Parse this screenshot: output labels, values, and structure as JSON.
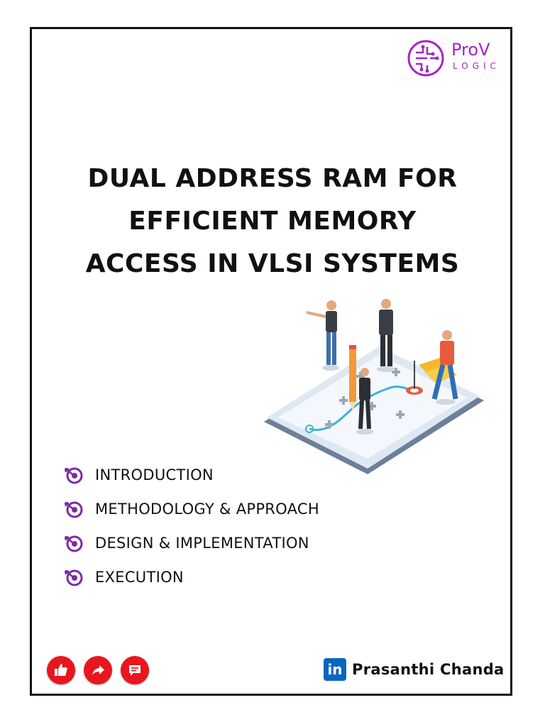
{
  "logo": {
    "name_top": "ProV",
    "name_bottom": "LOGIC"
  },
  "title": {
    "line1": "DUAL ADDRESS RAM FOR",
    "line2": "EFFICIENT MEMORY",
    "line3": "ACCESS IN VLSI SYSTEMS"
  },
  "toc": {
    "items": [
      {
        "label": "INTRODUCTION"
      },
      {
        "label": "METHODOLOGY & APPROACH"
      },
      {
        "label": "DESIGN & IMPLEMENTATION"
      },
      {
        "label": "EXECUTION"
      }
    ]
  },
  "actions": {
    "like_icon": "thumbs-up-icon",
    "share_icon": "share-arrow-icon",
    "comment_icon": "comment-icon"
  },
  "author": {
    "network": "in",
    "name": "Prasanthi Chanda"
  },
  "colors": {
    "accent": "#a326c4",
    "action_red": "#e8161f",
    "linkedin_blue": "#0a66c2",
    "text": "#111111"
  }
}
